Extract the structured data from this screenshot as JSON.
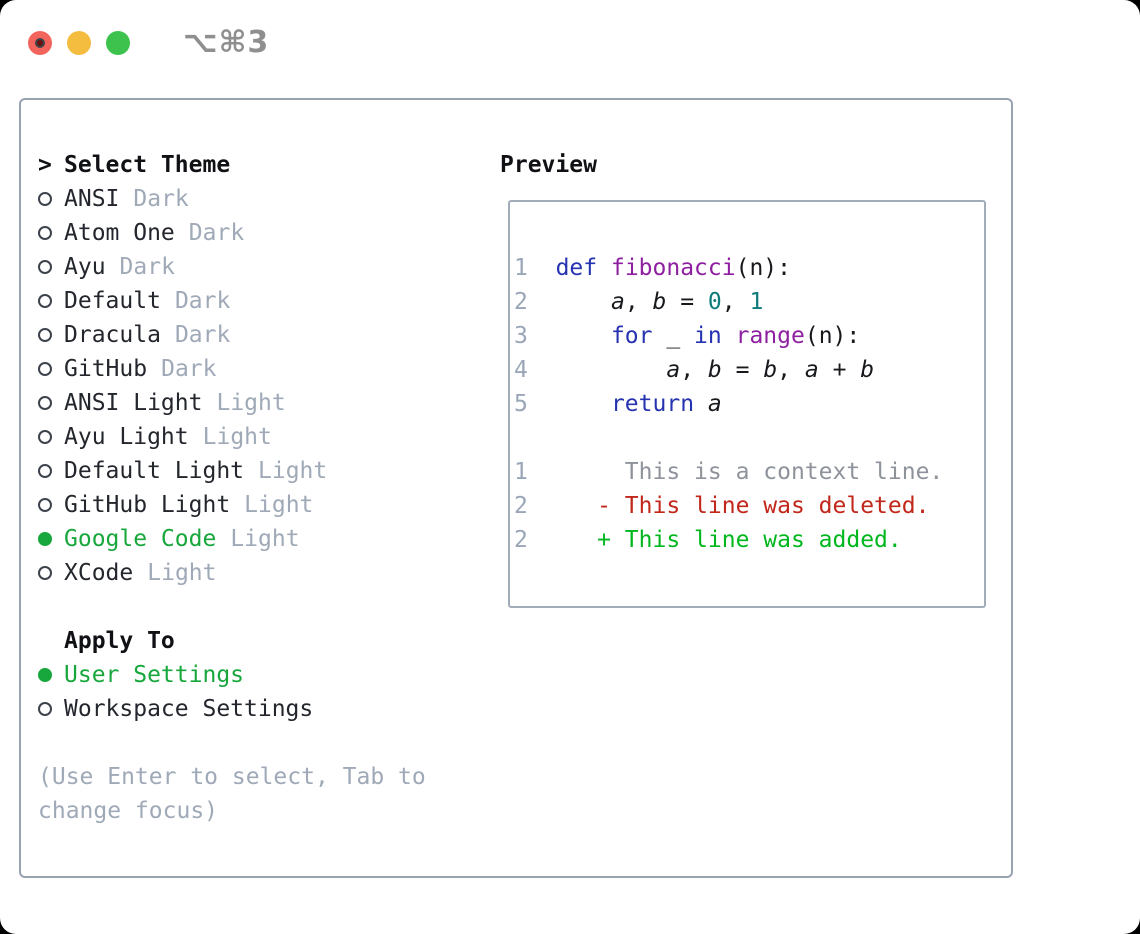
{
  "titlebar": {
    "title": "⌥⌘3"
  },
  "theme_panel": {
    "prompt": ">",
    "header": "Select Theme",
    "themes": [
      {
        "name": "ANSI",
        "variant": "Dark",
        "selected": false
      },
      {
        "name": "Atom One",
        "variant": "Dark",
        "selected": false
      },
      {
        "name": "Ayu",
        "variant": "Dark",
        "selected": false
      },
      {
        "name": "Default",
        "variant": "Dark",
        "selected": false
      },
      {
        "name": "Dracula",
        "variant": "Dark",
        "selected": false
      },
      {
        "name": "GitHub",
        "variant": "Dark",
        "selected": false
      },
      {
        "name": "ANSI Light",
        "variant": "Light",
        "selected": false
      },
      {
        "name": "Ayu Light",
        "variant": "Light",
        "selected": false
      },
      {
        "name": "Default Light",
        "variant": "Light",
        "selected": false
      },
      {
        "name": "GitHub Light",
        "variant": "Light",
        "selected": false
      },
      {
        "name": "Google Code",
        "variant": "Light",
        "selected": true
      },
      {
        "name": "XCode",
        "variant": "Light",
        "selected": false
      }
    ],
    "apply_to": {
      "header": "Apply To",
      "options": [
        {
          "label": "User Settings",
          "selected": true
        },
        {
          "label": "Workspace Settings",
          "selected": false
        }
      ]
    },
    "hint": "(Use Enter to select, Tab to change focus)"
  },
  "preview": {
    "label": "Preview",
    "code_lines": [
      {
        "num": "1",
        "tokens": [
          [
            "  ",
            "pl"
          ],
          [
            "def",
            "kw"
          ],
          [
            " ",
            "pl"
          ],
          [
            "fibonacci",
            "fn"
          ],
          [
            "(n):",
            "pl"
          ]
        ]
      },
      {
        "num": "2",
        "tokens": [
          [
            "      ",
            "pl"
          ],
          [
            "a",
            "var"
          ],
          [
            ", ",
            "pl"
          ],
          [
            "b",
            "var"
          ],
          [
            " = ",
            "pl"
          ],
          [
            "0",
            "num"
          ],
          [
            ", ",
            "pl"
          ],
          [
            "1",
            "num"
          ]
        ]
      },
      {
        "num": "3",
        "tokens": [
          [
            "      ",
            "pl"
          ],
          [
            "for",
            "kw"
          ],
          [
            " _ ",
            "pl"
          ],
          [
            "in",
            "kw"
          ],
          [
            " ",
            "pl"
          ],
          [
            "range",
            "fn"
          ],
          [
            "(n):",
            "pl"
          ]
        ]
      },
      {
        "num": "4",
        "tokens": [
          [
            "          ",
            "pl"
          ],
          [
            "a",
            "var"
          ],
          [
            ", ",
            "pl"
          ],
          [
            "b",
            "var"
          ],
          [
            " = ",
            "pl"
          ],
          [
            "b",
            "var"
          ],
          [
            ", ",
            "pl"
          ],
          [
            "a",
            "var"
          ],
          [
            " + ",
            "pl"
          ],
          [
            "b",
            "var"
          ]
        ]
      },
      {
        "num": "5",
        "tokens": [
          [
            "      ",
            "pl"
          ],
          [
            "return",
            "kw"
          ],
          [
            " ",
            "pl"
          ],
          [
            "a",
            "var"
          ]
        ]
      },
      {
        "num": "",
        "tokens": []
      }
    ],
    "diff_lines": [
      {
        "num": "1",
        "body": "       This is a context line.",
        "type": "context"
      },
      {
        "num": "2",
        "body": "     - This line was deleted.",
        "type": "deleted"
      },
      {
        "num": "2",
        "body": "     + This line was added.",
        "type": "added"
      }
    ]
  },
  "colors": {
    "accent_green": "#18a73c",
    "kw": "#2633b0",
    "fn": "#8e1fa0",
    "num_literal": "#0e7b7b",
    "code_plain": "#17191d",
    "line_number": "#9aa6b8",
    "diff_context": "#8e939b",
    "diff_red": "#c1271a",
    "diff_green": "#00b71e",
    "muted": "#9fa9b7",
    "text_dark": "#23262c",
    "panel_border": "#99a3b0",
    "preview_border": "#a3adb9",
    "tl_red": "#f3645c",
    "tl_red_dot": "#6b100c",
    "tl_yellow": "#f5bd40",
    "tl_green": "#3ec24e",
    "title_gray": "#8f8f8f"
  }
}
